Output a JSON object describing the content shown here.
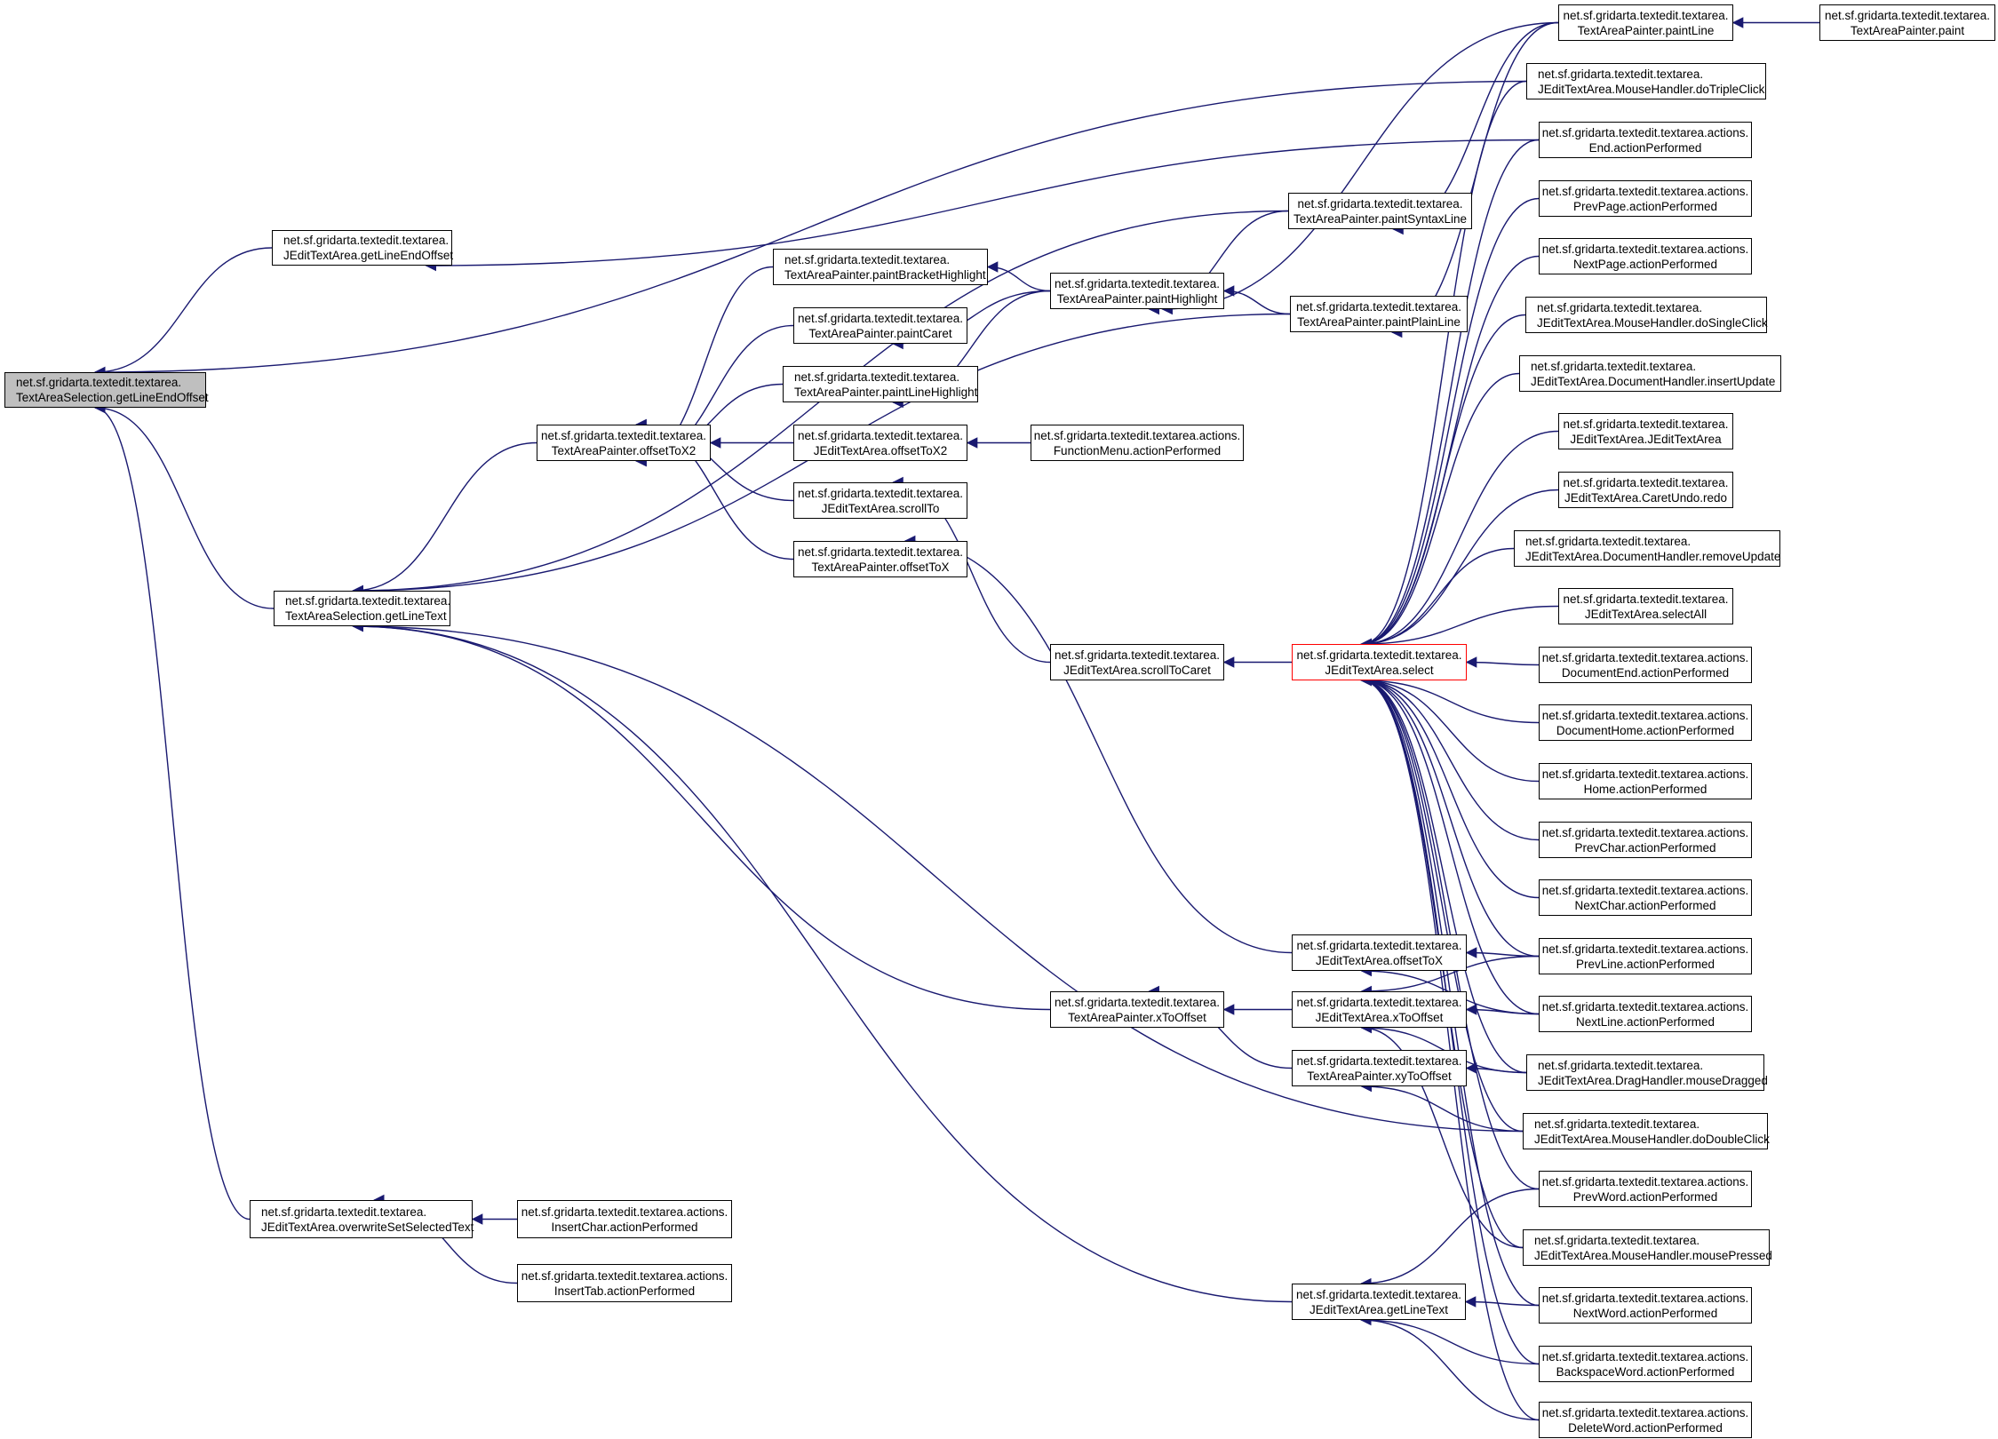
{
  "colors": {
    "edge": "#191970",
    "highlight_border": "#ff0000",
    "root_fill": "#bfbfbf"
  },
  "nodes": {
    "root": [
      "net.sf.gridarta.textedit.textarea.",
      "TextAreaSelection.getLineEndOffset"
    ],
    "jeta_getLineEndOffset": [
      "net.sf.gridarta.textedit.textarea.",
      "JEditTextArea.getLineEndOffset"
    ],
    "tas_getLineText": [
      "net.sf.gridarta.textedit.textarea.",
      "TextAreaSelection.getLineText"
    ],
    "jeta_overwrite": [
      "net.sf.gridarta.textedit.textarea.",
      "JEditTextArea.overwriteSetSelectedText"
    ],
    "tap_offsetToX2": [
      "net.sf.gridarta.textedit.textarea.",
      "TextAreaPainter.offsetToX2"
    ],
    "insertChar": [
      "net.sf.gridarta.textedit.textarea.actions.",
      "InsertChar.actionPerformed"
    ],
    "insertTab": [
      "net.sf.gridarta.textedit.textarea.actions.",
      "InsertTab.actionPerformed"
    ],
    "paintBracket": [
      "net.sf.gridarta.textedit.textarea.",
      "TextAreaPainter.paintBracketHighlight"
    ],
    "paintCaret": [
      "net.sf.gridarta.textedit.textarea.",
      "TextAreaPainter.paintCaret"
    ],
    "paintLineHighlight": [
      "net.sf.gridarta.textedit.textarea.",
      "TextAreaPainter.paintLineHighlight"
    ],
    "jeta_offsetToX2": [
      "net.sf.gridarta.textedit.textarea.",
      "JEditTextArea.offsetToX2"
    ],
    "scrollTo": [
      "net.sf.gridarta.textedit.textarea.",
      "JEditTextArea.scrollTo"
    ],
    "tap_offsetToX": [
      "net.sf.gridarta.textedit.textarea.",
      "TextAreaPainter.offsetToX"
    ],
    "paintHighlight": [
      "net.sf.gridarta.textedit.textarea.",
      "TextAreaPainter.paintHighlight"
    ],
    "functionMenu": [
      "net.sf.gridarta.textedit.textarea.actions.",
      "FunctionMenu.actionPerformed"
    ],
    "scrollToCaret": [
      "net.sf.gridarta.textedit.textarea.",
      "JEditTextArea.scrollToCaret"
    ],
    "tap_xToOffset": [
      "net.sf.gridarta.textedit.textarea.",
      "TextAreaPainter.xToOffset"
    ],
    "paintSyntaxLine": [
      "net.sf.gridarta.textedit.textarea.",
      "TextAreaPainter.paintSyntaxLine"
    ],
    "paintPlainLine": [
      "net.sf.gridarta.textedit.textarea.",
      "TextAreaPainter.paintPlainLine"
    ],
    "select": [
      "net.sf.gridarta.textedit.textarea.",
      "JEditTextArea.select"
    ],
    "jeta_offsetToX": [
      "net.sf.gridarta.textedit.textarea.",
      "JEditTextArea.offsetToX"
    ],
    "jeta_xToOffset": [
      "net.sf.gridarta.textedit.textarea.",
      "JEditTextArea.xToOffset"
    ],
    "xyToOffset": [
      "net.sf.gridarta.textedit.textarea.",
      "TextAreaPainter.xyToOffset"
    ],
    "jeta_getLineText": [
      "net.sf.gridarta.textedit.textarea.",
      "JEditTextArea.getLineText"
    ],
    "paintLine": [
      "net.sf.gridarta.textedit.textarea.",
      "TextAreaPainter.paintLine"
    ],
    "paint": [
      "net.sf.gridarta.textedit.textarea.",
      "TextAreaPainter.paint"
    ],
    "doTripleClick": [
      "net.sf.gridarta.textedit.textarea.",
      "JEditTextArea.MouseHandler.doTripleClick"
    ],
    "end": [
      "net.sf.gridarta.textedit.textarea.actions.",
      "End.actionPerformed"
    ],
    "prevPage": [
      "net.sf.gridarta.textedit.textarea.actions.",
      "PrevPage.actionPerformed"
    ],
    "nextPage": [
      "net.sf.gridarta.textedit.textarea.actions.",
      "NextPage.actionPerformed"
    ],
    "doSingleClick": [
      "net.sf.gridarta.textedit.textarea.",
      "JEditTextArea.MouseHandler.doSingleClick"
    ],
    "insertUpdate": [
      "net.sf.gridarta.textedit.textarea.",
      "JEditTextArea.DocumentHandler.insertUpdate"
    ],
    "ctor": [
      "net.sf.gridarta.textedit.textarea.",
      "JEditTextArea.JEditTextArea"
    ],
    "redo": [
      "net.sf.gridarta.textedit.textarea.",
      "JEditTextArea.CaretUndo.redo"
    ],
    "removeUpdate": [
      "net.sf.gridarta.textedit.textarea.",
      "JEditTextArea.DocumentHandler.removeUpdate"
    ],
    "selectAll": [
      "net.sf.gridarta.textedit.textarea.",
      "JEditTextArea.selectAll"
    ],
    "documentEnd": [
      "net.sf.gridarta.textedit.textarea.actions.",
      "DocumentEnd.actionPerformed"
    ],
    "documentHome": [
      "net.sf.gridarta.textedit.textarea.actions.",
      "DocumentHome.actionPerformed"
    ],
    "home": [
      "net.sf.gridarta.textedit.textarea.actions.",
      "Home.actionPerformed"
    ],
    "prevChar": [
      "net.sf.gridarta.textedit.textarea.actions.",
      "PrevChar.actionPerformed"
    ],
    "nextChar": [
      "net.sf.gridarta.textedit.textarea.actions.",
      "NextChar.actionPerformed"
    ],
    "prevLine": [
      "net.sf.gridarta.textedit.textarea.actions.",
      "PrevLine.actionPerformed"
    ],
    "nextLine": [
      "net.sf.gridarta.textedit.textarea.actions.",
      "NextLine.actionPerformed"
    ],
    "mouseDragged": [
      "net.sf.gridarta.textedit.textarea.",
      "JEditTextArea.DragHandler.mouseDragged"
    ],
    "doDoubleClick": [
      "net.sf.gridarta.textedit.textarea.",
      "JEditTextArea.MouseHandler.doDoubleClick"
    ],
    "prevWord": [
      "net.sf.gridarta.textedit.textarea.actions.",
      "PrevWord.actionPerformed"
    ],
    "mousePressed": [
      "net.sf.gridarta.textedit.textarea.",
      "JEditTextArea.MouseHandler.mousePressed"
    ],
    "nextWord": [
      "net.sf.gridarta.textedit.textarea.actions.",
      "NextWord.actionPerformed"
    ],
    "backspaceWord": [
      "net.sf.gridarta.textedit.textarea.actions.",
      "BackspaceWord.actionPerformed"
    ],
    "deleteWord": [
      "net.sf.gridarta.textedit.textarea.actions.",
      "DeleteWord.actionPerformed"
    ]
  },
  "edges": [
    [
      "doTripleClick",
      "root"
    ],
    [
      "jeta_getLineEndOffset",
      "root"
    ],
    [
      "tas_getLineText",
      "root"
    ],
    [
      "jeta_overwrite",
      "root"
    ],
    [
      "end",
      "jeta_getLineEndOffset"
    ],
    [
      "paintSyntaxLine",
      "tas_getLineText"
    ],
    [
      "tap_offsetToX2",
      "tas_getLineText"
    ],
    [
      "paintPlainLine",
      "tas_getLineText"
    ],
    [
      "tap_xToOffset",
      "tas_getLineText"
    ],
    [
      "doDoubleClick",
      "tas_getLineText"
    ],
    [
      "jeta_getLineText",
      "tas_getLineText"
    ],
    [
      "insertChar",
      "jeta_overwrite"
    ],
    [
      "insertTab",
      "jeta_overwrite"
    ],
    [
      "paintBracket",
      "tap_offsetToX2"
    ],
    [
      "paintCaret",
      "tap_offsetToX2"
    ],
    [
      "paintLineHighlight",
      "tap_offsetToX2"
    ],
    [
      "jeta_offsetToX2",
      "tap_offsetToX2"
    ],
    [
      "scrollTo",
      "tap_offsetToX2"
    ],
    [
      "tap_offsetToX",
      "tap_offsetToX2"
    ],
    [
      "paintHighlight",
      "paintBracket"
    ],
    [
      "paintHighlight",
      "paintCaret"
    ],
    [
      "paintHighlight",
      "paintLineHighlight"
    ],
    [
      "functionMenu",
      "jeta_offsetToX2"
    ],
    [
      "scrollToCaret",
      "scrollTo"
    ],
    [
      "jeta_offsetToX",
      "tap_offsetToX"
    ],
    [
      "paintSyntaxLine",
      "paintHighlight"
    ],
    [
      "paintLine",
      "paintHighlight"
    ],
    [
      "paintPlainLine",
      "paintHighlight"
    ],
    [
      "paintLine",
      "paintSyntaxLine"
    ],
    [
      "paintLine",
      "paintPlainLine"
    ],
    [
      "paint",
      "paintLine"
    ],
    [
      "select",
      "scrollToCaret"
    ],
    [
      "jeta_xToOffset",
      "tap_xToOffset"
    ],
    [
      "xyToOffset",
      "tap_xToOffset"
    ],
    [
      "doTripleClick",
      "select"
    ],
    [
      "end",
      "select"
    ],
    [
      "prevPage",
      "select"
    ],
    [
      "nextPage",
      "select"
    ],
    [
      "doSingleClick",
      "select"
    ],
    [
      "insertUpdate",
      "select"
    ],
    [
      "ctor",
      "select"
    ],
    [
      "redo",
      "select"
    ],
    [
      "removeUpdate",
      "select"
    ],
    [
      "selectAll",
      "select"
    ],
    [
      "documentEnd",
      "select"
    ],
    [
      "documentHome",
      "select"
    ],
    [
      "home",
      "select"
    ],
    [
      "prevChar",
      "select"
    ],
    [
      "nextChar",
      "select"
    ],
    [
      "prevLine",
      "select"
    ],
    [
      "nextLine",
      "select"
    ],
    [
      "mouseDragged",
      "select"
    ],
    [
      "doDoubleClick",
      "select"
    ],
    [
      "prevWord",
      "select"
    ],
    [
      "mousePressed",
      "select"
    ],
    [
      "nextWord",
      "select"
    ],
    [
      "backspaceWord",
      "select"
    ],
    [
      "deleteWord",
      "select"
    ],
    [
      "prevLine",
      "jeta_offsetToX"
    ],
    [
      "nextLine",
      "jeta_offsetToX"
    ],
    [
      "prevLine",
      "jeta_xToOffset"
    ],
    [
      "nextLine",
      "jeta_xToOffset"
    ],
    [
      "mouseDragged",
      "jeta_xToOffset"
    ],
    [
      "mousePressed",
      "jeta_xToOffset"
    ],
    [
      "mouseDragged",
      "xyToOffset"
    ],
    [
      "doDoubleClick",
      "xyToOffset"
    ],
    [
      "prevWord",
      "jeta_getLineText"
    ],
    [
      "nextWord",
      "jeta_getLineText"
    ],
    [
      "backspaceWord",
      "jeta_getLineText"
    ],
    [
      "deleteWord",
      "jeta_getLineText"
    ]
  ]
}
